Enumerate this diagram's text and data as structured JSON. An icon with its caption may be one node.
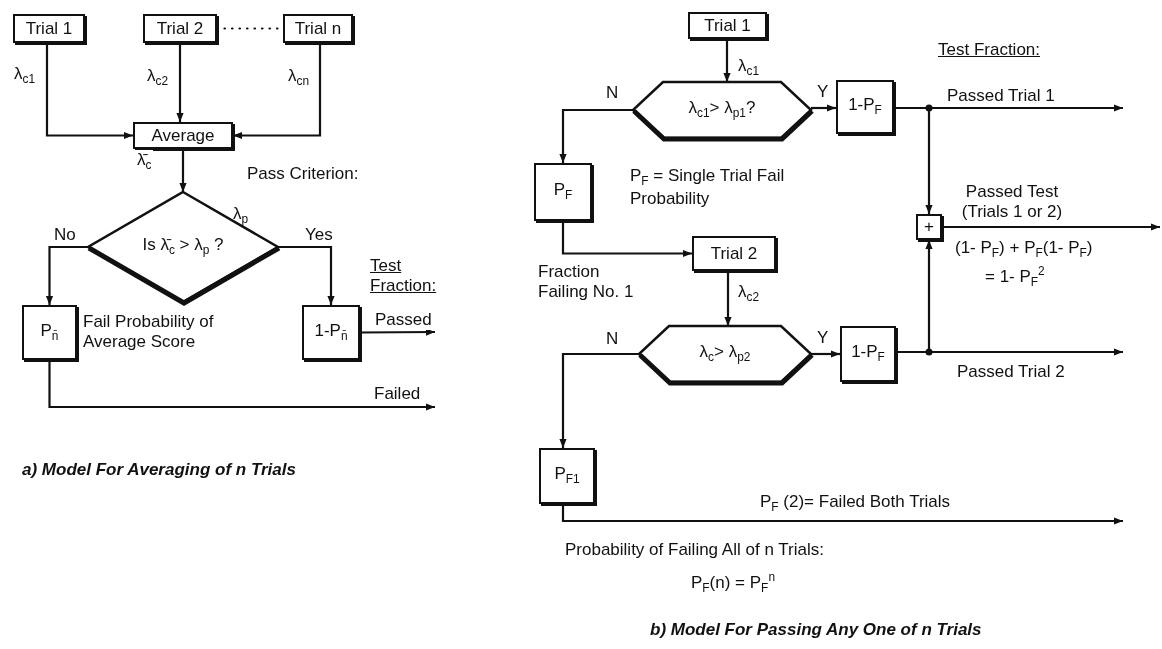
{
  "diagram": {
    "nodes": [
      {
        "text": [
          "Trial 1"
        ]
      },
      {
        "text": [
          "Trial 2"
        ]
      },
      {
        "text": [
          "Trial n"
        ]
      },
      {
        "text": [
          "Average"
        ]
      },
      {
        "text": [
          "Is λ̄$_{c}$ > λ$_{p}$ ?"
        ]
      },
      {
        "text": [
          "P$_{n̄}$"
        ],
        "beside": [
          "Fail Probability of Average Score"
        ]
      },
      {
        "text": [
          "1-P$_{n̄}$"
        ]
      },
      {
        "text": [
          "Trial 1"
        ]
      },
      {
        "text": [
          "λ$_{c1}$> λ$_{p1}$?"
        ]
      },
      {
        "text": [
          "1-P$_{F}$"
        ]
      },
      {
        "text": [
          "P$_{F}$"
        ]
      },
      {
        "text": [
          "Trial 2"
        ]
      },
      {
        "text": [
          "λ$_{c}$> λ$_{p2}$"
        ]
      },
      {
        "text": [
          "1-P$_{F}$"
        ]
      },
      {
        "text": [
          "+"
        ]
      },
      {
        "text": [
          "P$_{F1}$"
        ]
      }
    ],
    "edges": [
      {
        "from": 0,
        "to": 3,
        "arrow": "to",
        "label": "λ$_{c1}$"
      },
      {
        "from": 1,
        "to": 3,
        "arrow": "to",
        "label": "λ$_{c2}$"
      },
      {
        "from": 2,
        "to": 3,
        "arrow": "to",
        "label": "λ$_{cn}$"
      },
      {
        "from": 1,
        "to": 2,
        "arrow": "none",
        "style": "dashed"
      },
      {
        "from": 3,
        "to": 4,
        "arrow": "to",
        "label": "λ̄$_{c}$"
      },
      {
        "from": 4,
        "to": 5,
        "arrow": "to",
        "label": "No"
      },
      {
        "from": 4,
        "to": 6,
        "arrow": "to",
        "label": "Yes"
      },
      {
        "from": 6,
        "to": null,
        "arrow": "to",
        "label": "Passed"
      },
      {
        "from": 5,
        "to": null,
        "arrow": "to",
        "label": "Failed"
      },
      {
        "from": 7,
        "to": 8,
        "arrow": "to",
        "label": "λ$_{c1}$"
      },
      {
        "from": 8,
        "to": 10,
        "arrow": "to",
        "label": "N"
      },
      {
        "from": 8,
        "to": 9,
        "arrow": "to",
        "label": "Y"
      },
      {
        "from": 9,
        "to": null,
        "arrow": "to",
        "label": "Passed Trial 1"
      },
      {
        "from": 9,
        "to": 14,
        "arrow": "to"
      },
      {
        "from": 10,
        "to": 11,
        "arrow": "to"
      },
      {
        "from": 11,
        "to": 12,
        "arrow": "to",
        "label": "λ$_{c2}$"
      },
      {
        "from": 12,
        "to": 15,
        "arrow": "to",
        "label": "N"
      },
      {
        "from": 12,
        "to": 13,
        "arrow": "to",
        "label": "Y"
      },
      {
        "from": 13,
        "to": null,
        "arrow": "to",
        "label": "Passed Trial 2"
      },
      {
        "from": 13,
        "to": 14,
        "arrow": "to"
      },
      {
        "from": 14,
        "to": null,
        "arrow": "to",
        "label": "Passed Test (Trials 1 or 2)"
      },
      {
        "from": 15,
        "to": null,
        "arrow": "to",
        "label": "P$_{F}$ (2)= Failed Both Trials"
      }
    ],
    "labels": [
      "λ$_{p}$",
      "Pass Criterion:",
      "Test Fraction:",
      "a) Model For Averaging of n Trials",
      "Test Fraction:",
      "P$_{F}$ = Single Trial Fail Probability",
      "Fraction Failing No. 1",
      "(1- P$_{F}$) + P$_{F}$(1- P$_{F}$)",
      "= 1- P$_{F}$$^{2}$",
      "Probability of Failing All of n Trials:",
      "P$_{F}$(n) = P$_{F}$$^{n}$",
      "b) Model For Passing Any One of n Trials"
    ]
  }
}
